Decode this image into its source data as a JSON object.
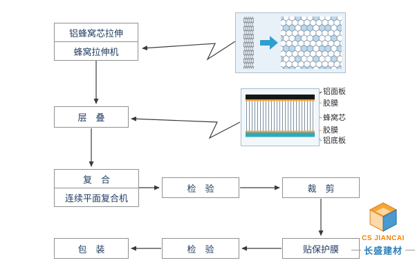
{
  "flowchart": {
    "stretch_box": {
      "line1": "铝蜂窝芯拉伸",
      "line2": "蜂窝拉伸机"
    },
    "layer_box": {
      "label": "层　叠"
    },
    "composite_box": {
      "line1": "复　合",
      "line2": "连续平面复合机"
    },
    "inspect_box_1": {
      "label": "检　验"
    },
    "cut_box": {
      "label": "裁　剪"
    },
    "protect_film_box": {
      "label": "贴保护膜"
    },
    "inspect_box_2": {
      "label": "检　验"
    },
    "pack_box": {
      "label": "包　装"
    }
  },
  "panel_layers": {
    "labels": [
      "铝面板",
      "胶膜",
      "蜂窝芯",
      "胶膜",
      "铝底板"
    ]
  },
  "logo": {
    "name": "CS JIANCAI",
    "cn_name": "长盛建材"
  },
  "colors": {
    "accent_arrow_blue": "#2f9fd0",
    "face_panel_black": "#161616",
    "adhesive_film_orange": "#e8a33d",
    "bottom_panel_teal": "#2fa8c0",
    "logo_orange": "#f08300",
    "logo_blue": "#2a7fb8"
  }
}
